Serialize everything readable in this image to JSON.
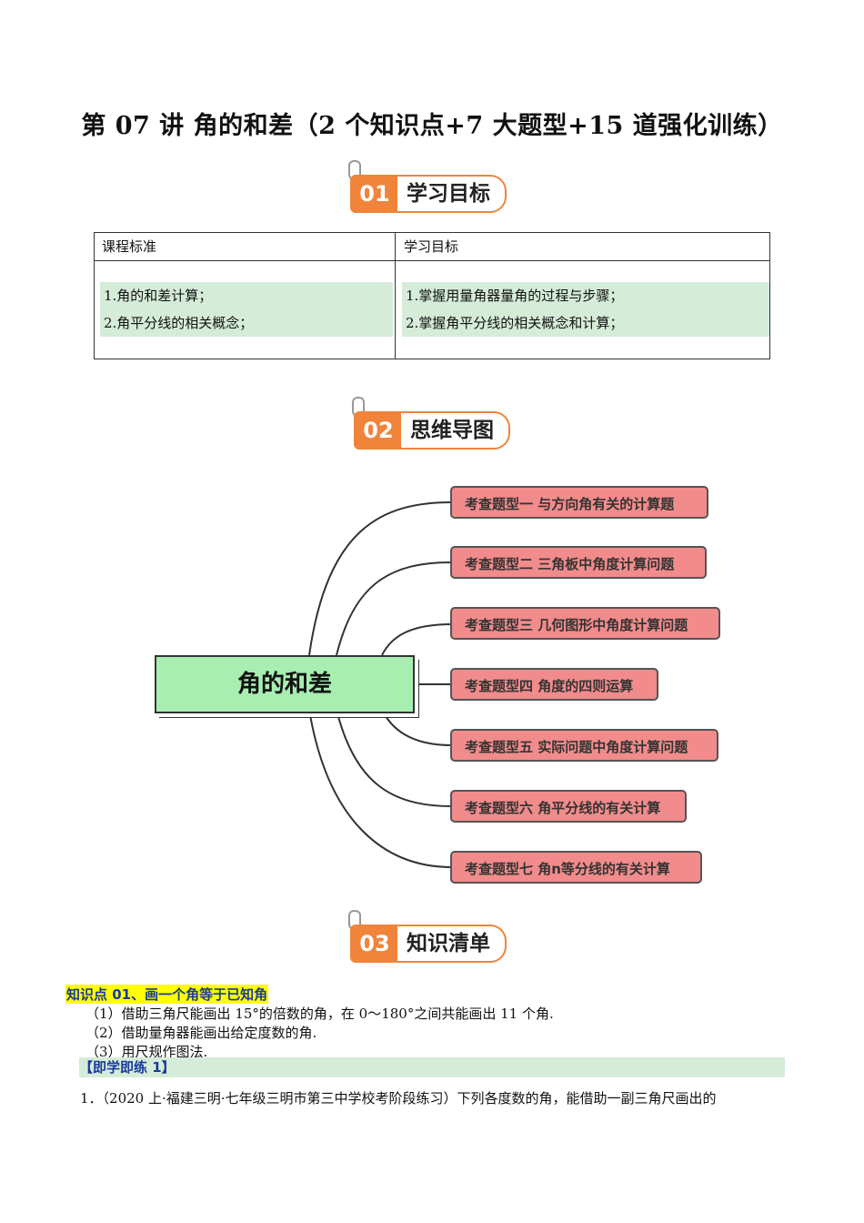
{
  "title": "第 07 讲  角的和差（2 个知识点+7 大题型+15 道强化训练）",
  "sections": [
    {
      "num": "01",
      "label": "学习目标"
    },
    {
      "num": "02",
      "label": "思维导图"
    },
    {
      "num": "03",
      "label": "知识清单"
    }
  ],
  "goals_table": {
    "headers": [
      "课程标准",
      "学习目标"
    ],
    "left": [
      "1.角的和差计算；",
      "2.角平分线的相关概念；"
    ],
    "right": [
      "1.掌握用量角器量角的过程与步骤；",
      "2.掌握角平分线的相关概念和计算；"
    ]
  },
  "mindmap": {
    "center": "角的和差",
    "nodes": [
      "考查题型一  与方向角有关的计算题",
      "考查题型二  三角板中角度计算问题",
      "考查题型三  几何图形中角度计算问题",
      "考查题型四  角度的四则运算",
      "考查题型五  实际问题中角度计算问题",
      "考查题型六  角平分线的有关计算",
      "考查题型七  角n等分线的有关计算"
    ],
    "node_color": "#f28b8b",
    "center_color": "#a7eeb0"
  },
  "knowledge": {
    "point_title": "知识点 01、画一个角等于已知角",
    "lines": [
      "（1）借助三角尺能画出 15°的倍数的角，在 0～180°之间共能画出 11 个角.",
      "（2）借助量角器能画出给定度数的角.",
      "（3）用尺规作图法."
    ],
    "practice_label": "【即学即练 1】",
    "question": "1．（2020 上·福建三明·七年级三明市第三中学校考阶段练习）下列各度数的角，能借助一副三角尺画出的"
  },
  "colors": {
    "accent": "#f0843a",
    "highlight": "#d5ecd8",
    "kp_blue": "#1a3a9c"
  }
}
